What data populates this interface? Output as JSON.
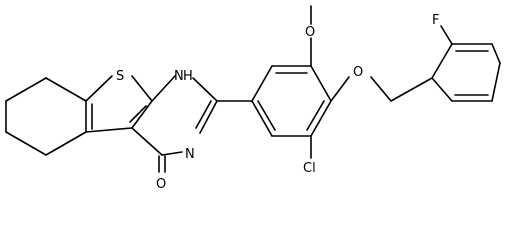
{
  "molecule": {
    "atoms": {
      "sulfur": "S",
      "nh": "N",
      "nh_h": "H",
      "n3": "N",
      "carbonyl_o": "O",
      "methoxy_o": "O",
      "ether_o": "O",
      "chlorine": "Cl",
      "fluorine": "F"
    }
  }
}
